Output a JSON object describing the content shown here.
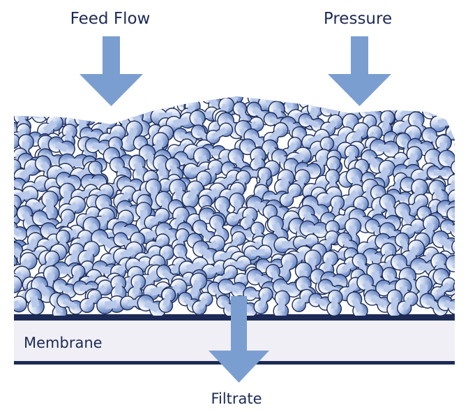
{
  "labels": {
    "feed_flow": "Feed Flow",
    "pressure": "Pressure",
    "membrane": "Membrane",
    "filtrate": "Filtrate"
  },
  "colors": {
    "arrow": "#7b9ed1",
    "membrane_fill": "#f0eff5",
    "membrane_line": "#1c2a55",
    "particle_outline": "#1c2a55",
    "particle_light": "#ffffff",
    "particle_dark": "#5f80c2",
    "text": "#1c2a55"
  }
}
